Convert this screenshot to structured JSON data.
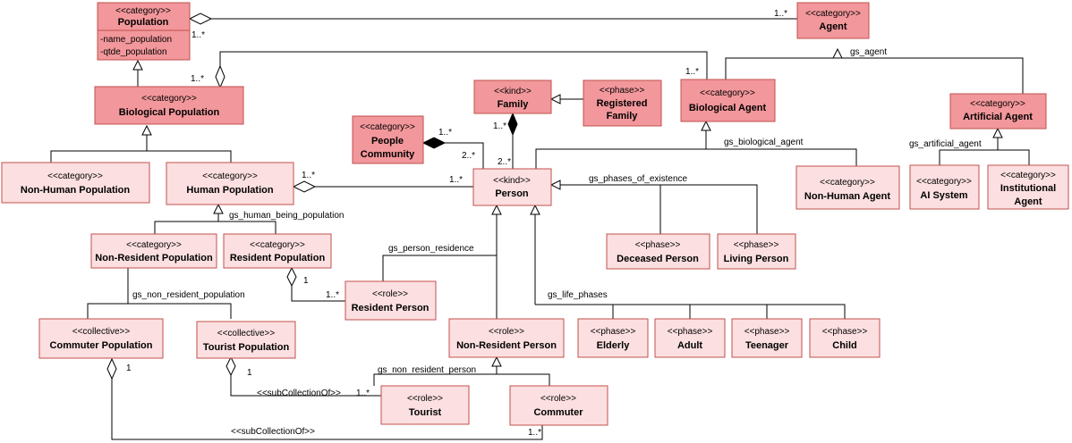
{
  "classes": {
    "population": {
      "stereotype": "<<category>>",
      "name": "Population",
      "attributes": [
        "-name_population",
        "-qtde_population"
      ]
    },
    "agent": {
      "stereotype": "<<category>>",
      "name": "Agent"
    },
    "biological_population": {
      "stereotype": "<<category>>",
      "name": "Biological Population"
    },
    "family": {
      "stereotype": "<<kind>>",
      "name": "Family"
    },
    "registered_family": {
      "stereotype": "<<phase>>",
      "name_lines": [
        "Registered",
        "Family"
      ]
    },
    "biological_agent": {
      "stereotype": "<<category>>",
      "name": "Biological Agent"
    },
    "artificial_agent": {
      "stereotype": "<<category>>",
      "name": "Artificial Agent"
    },
    "people_community": {
      "stereotype": "<<category>>",
      "name_lines": [
        "People",
        "Community"
      ]
    },
    "non_human_population": {
      "stereotype": "<<category>>",
      "name": "Non-Human Population"
    },
    "human_population": {
      "stereotype": "<<category>>",
      "name": "Human Population"
    },
    "person": {
      "stereotype": "<<kind>>",
      "name": "Person"
    },
    "non_human_agent": {
      "stereotype": "<<category>>",
      "name": "Non-Human Agent"
    },
    "ai_system": {
      "stereotype": "<<category>>",
      "name": "AI System"
    },
    "institutional_agent": {
      "stereotype": "<<category>>",
      "name_lines": [
        "Institutional",
        "Agent"
      ]
    },
    "non_resident_population": {
      "stereotype": "<<category>>",
      "name": "Non-Resident Population"
    },
    "resident_population": {
      "stereotype": "<<category>>",
      "name": "Resident Population"
    },
    "deceased_person": {
      "stereotype": "<<phase>>",
      "name": "Deceased Person"
    },
    "living_person": {
      "stereotype": "<<phase>>",
      "name": "Living Person"
    },
    "resident_person": {
      "stereotype": "<<role>>",
      "name": "Resident Person"
    },
    "commuter_population": {
      "stereotype": "<<collective>>",
      "name": "Commuter Population"
    },
    "tourist_population": {
      "stereotype": "<<collective>>",
      "name": "Tourist Population"
    },
    "non_resident_person": {
      "stereotype": "<<role>>",
      "name": "Non-Resident Person"
    },
    "elderly": {
      "stereotype": "<<phase>>",
      "name": "Elderly"
    },
    "adult": {
      "stereotype": "<<phase>>",
      "name": "Adult"
    },
    "teenager": {
      "stereotype": "<<phase>>",
      "name": "Teenager"
    },
    "child": {
      "stereotype": "<<phase>>",
      "name": "Child"
    },
    "tourist": {
      "stereotype": "<<role>>",
      "name": "Tourist"
    },
    "commuter": {
      "stereotype": "<<role>>",
      "name": "Commuter"
    }
  },
  "generalization_sets": {
    "gs_agent": "gs_agent",
    "gs_biological_agent": "gs_biological_agent",
    "gs_artificial_agent": "gs_artificial_agent",
    "gs_phases_of_existence": "gs_phases_of_existence",
    "gs_human_being_population": "gs_human_being_population",
    "gs_person_residence": "gs_person_residence",
    "gs_non_resident_population": "gs_non_resident_population",
    "gs_life_phases": "gs_life_phases",
    "gs_non_resident_person": "gs_non_resident_person"
  },
  "multiplicities": {
    "one_many": "1..*",
    "two_many": "2..*",
    "one": "1"
  },
  "relations": {
    "sub_collection_of": "<<subCollectionOf>>"
  }
}
